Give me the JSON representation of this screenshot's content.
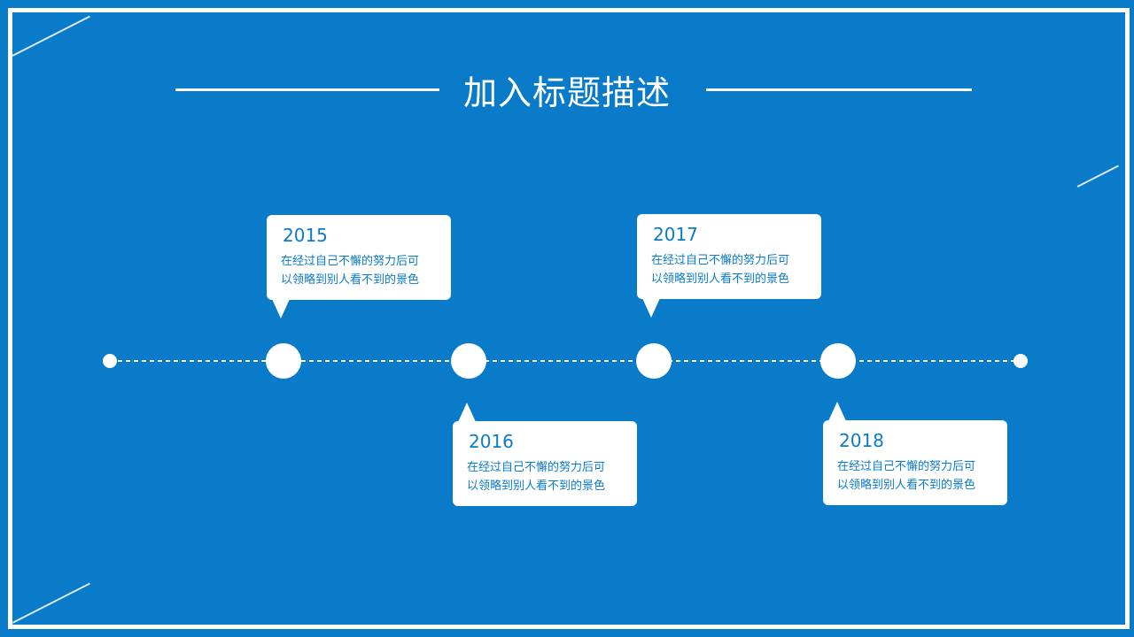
{
  "title": "加入标题描述",
  "colors": {
    "background": "#0a7bc9",
    "foreground": "#ffffff",
    "accent_text": "#0a7bc9"
  },
  "milestones": [
    {
      "year": "2015",
      "text": "在经过自己不懈的努力后可以领略到别人看不到的景色",
      "line1": "在经过自己不懈的努力后可",
      "line2": "以领略到别人看不到的景色"
    },
    {
      "year": "2016",
      "text": "在经过自己不懈的努力后可以领略到别人看不到的景色",
      "line1": "在经过自己不懈的努力后可",
      "line2": "以领略到别人看不到的景色"
    },
    {
      "year": "2017",
      "text": "在经过自己不懈的努力后可以领略到别人看不到的景色",
      "line1": "在经过自己不懈的努力后可",
      "line2": "以领略到别人看不到的景色"
    },
    {
      "year": "2018",
      "text": "在经过自己不懈的努力后可以领略到别人看不到的景色",
      "line1": "在经过自己不懈的努力后可",
      "line2": "以领略到别人看不到的景色"
    }
  ]
}
